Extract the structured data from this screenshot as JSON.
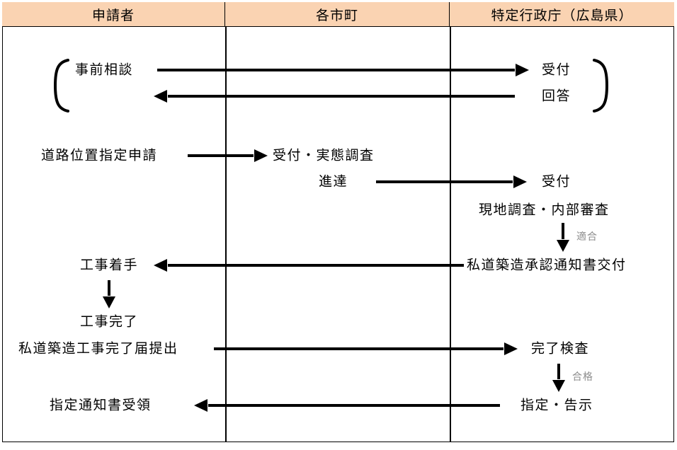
{
  "diagram": {
    "title_columns": [
      {
        "label": "申請者"
      },
      {
        "label": "各市町"
      },
      {
        "label": "特定行政庁（広島県）"
      }
    ],
    "header_bg": "#fad3b2",
    "line_color": "#000000",
    "annotation_color": "#8d8d8d",
    "steps": {
      "pre_consult": "事前相談",
      "reception_1": "受付",
      "reply": "回答",
      "road_position_request": "道路位置指定申請",
      "reception_survey": "受付・実態調査",
      "forward": "進達",
      "reception_2": "受付",
      "site_internal_review": "現地調査・内部審査",
      "conform": "適合",
      "approval_notice_issue": "私道築造承認通知書交付",
      "construction_start": "工事着手",
      "construction_complete": "工事完了",
      "completion_report_submit": "私道築造工事完了届提出",
      "completion_inspection": "完了検査",
      "pass": "合格",
      "designation_announcement": "指定・告示",
      "receive_designation_notice": "指定通知書受領"
    }
  }
}
